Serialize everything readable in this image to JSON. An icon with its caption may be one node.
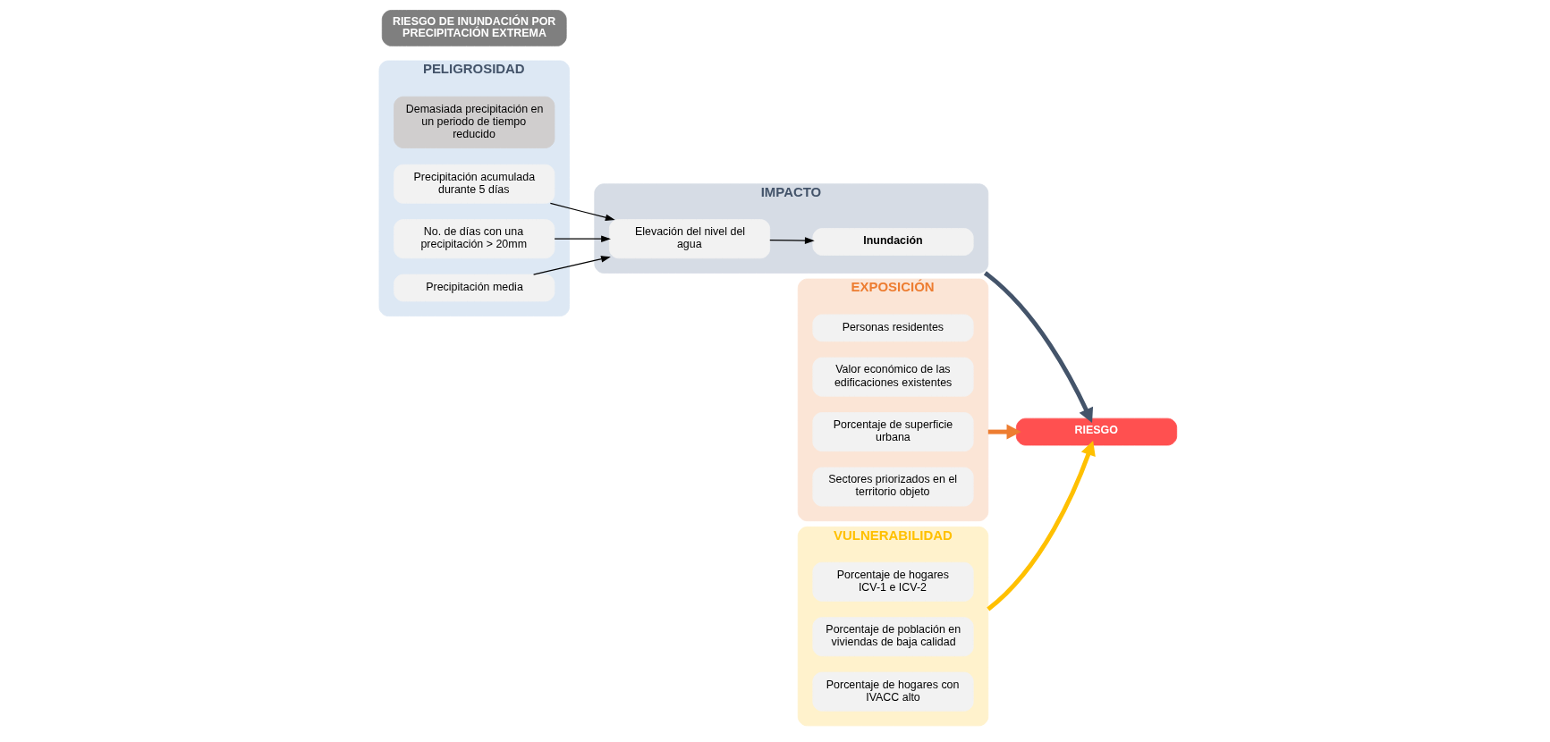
{
  "diagram": {
    "nodes": [
      {
        "text": [
          "PELIGROSIDAD"
        ]
      },
      {
        "text": [
          "Demasiada precipitación en un periodo de tiempo reducido"
        ],
        "in": 0
      },
      {
        "text": [
          "Precipitación acumulada durante 5 días"
        ],
        "in": 0
      },
      {
        "text": [
          "No. de días con una precipitación > 20mm"
        ],
        "in": 0
      },
      {
        "text": [
          "Precipitación media"
        ],
        "in": 0
      },
      {
        "text": [
          "IMPACTO"
        ]
      },
      {
        "text": [
          "Elevación del nivel del agua"
        ],
        "in": 5
      },
      {
        "text": [
          "Inundación"
        ],
        "in": 5
      },
      {
        "text": [
          "EXPOSICIÓN"
        ]
      },
      {
        "text": [
          "Personas residentes"
        ],
        "in": 8
      },
      {
        "text": [
          "Valor económico de las edificaciones existentes"
        ],
        "in": 8
      },
      {
        "text": [
          "Porcentaje de superficie urbana"
        ],
        "in": 8
      },
      {
        "text": [
          "Sectores priorizados en el territorio objeto"
        ],
        "in": 8
      },
      {
        "text": [
          "VULNERABILIDAD"
        ]
      },
      {
        "text": [
          "Porcentaje de hogares ICV-1 e ICV-2"
        ],
        "in": 13
      },
      {
        "text": [
          "Porcentaje de población en viviendas de baja calidad"
        ],
        "in": 13
      },
      {
        "text": [
          "Porcentaje de hogares con IVACC alto"
        ],
        "in": 13
      },
      {
        "text": [
          "RIESGO DE INUNDACIÓN POR PRECIPITACIÓN EXTREMA"
        ]
      },
      {
        "text": [
          "RIESGO"
        ]
      }
    ],
    "edges": [
      {
        "from": 2,
        "to": 6,
        "arrow": "to"
      },
      {
        "from": 3,
        "to": 6,
        "arrow": "to"
      },
      {
        "from": 4,
        "to": 6,
        "arrow": "to"
      },
      {
        "from": 6,
        "to": 7,
        "arrow": "to"
      },
      {
        "from": 5,
        "to": 18,
        "arrow": "to",
        "style": "thick",
        "color": "#44546a"
      },
      {
        "from": 8,
        "to": 18,
        "arrow": "to",
        "style": "thick",
        "color": "#ed7d31"
      },
      {
        "from": 13,
        "to": 18,
        "arrow": "to",
        "style": "thick",
        "color": "#ffc000"
      }
    ]
  }
}
